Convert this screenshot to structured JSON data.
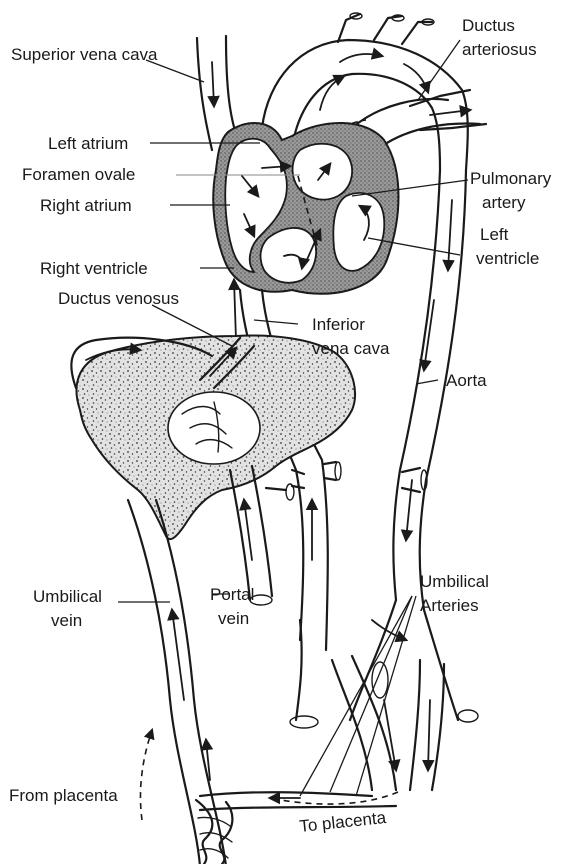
{
  "labels": {
    "superior_vena_cava": "Superior vena cava",
    "ductus_arteriosus_1": "Ductus",
    "ductus_arteriosus_2": "arteriosus",
    "left_atrium": "Left atrium",
    "foramen_ovale": "Foramen ovale",
    "right_atrium": "Right atrium",
    "pulmonary_artery_1": "Pulmonary",
    "pulmonary_artery_2": "artery",
    "right_ventricle": "Right ventricle",
    "left_ventricle_1": "Left",
    "left_ventricle_2": "ventricle",
    "ductus_venosus": "Ductus venosus",
    "inferior_vena_cava_1": "Inferior",
    "inferior_vena_cava_2": "vena cava",
    "aorta": "Aorta",
    "umbilical_vein_1": "Umbilical",
    "umbilical_vein_2": "vein",
    "portal_vein_1": "Portal",
    "portal_vein_2": "vein",
    "umbilical_arteries_1": "Umbilical",
    "umbilical_arteries_2": "Arteries",
    "from_placenta": "From placenta",
    "to_placenta": "To placenta"
  },
  "colors": {
    "ink": "#1a1a1a",
    "heart_shade": "#8c8c8c",
    "liver_fill": "#dcdcdc",
    "background": "#ffffff"
  }
}
